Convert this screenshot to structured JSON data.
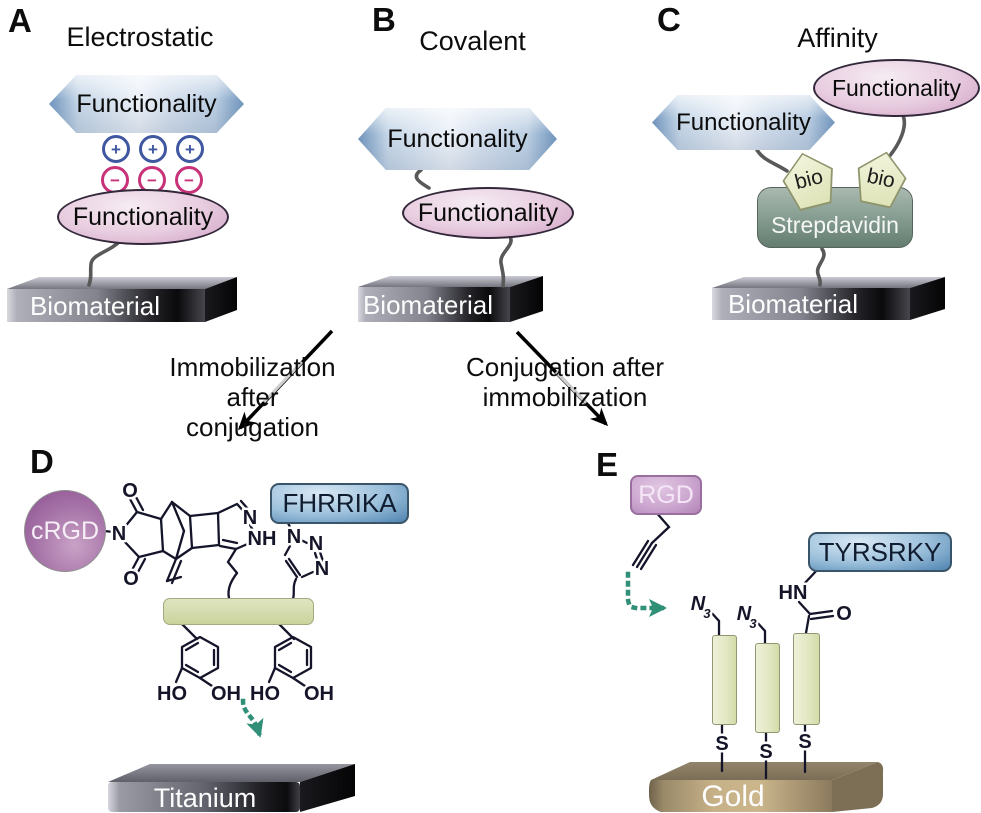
{
  "panel_a": {
    "letter": "A",
    "title": "Electrostatic",
    "hexagon_label": "Functionality",
    "ellipse_label": "Functionality",
    "plus_sign": "+",
    "minus_sign": "−",
    "substrate": "Biomaterial"
  },
  "panel_b": {
    "letter": "B",
    "title": "Covalent",
    "hexagon_label": "Functionality",
    "ellipse_label": "Functionality",
    "substrate": "Biomaterial"
  },
  "panel_c": {
    "letter": "C",
    "title": "Affinity",
    "hexagon_label": "Functionality",
    "ellipse_label": "Functionality",
    "bio_left": "bio",
    "bio_right": "bio",
    "protein": "Strepdavidin",
    "substrate": "Biomaterial"
  },
  "transition_left": {
    "line1": "Immobilization",
    "line2": "after conjugation"
  },
  "transition_right": {
    "line1": "Conjugation after",
    "line2": "immobilization"
  },
  "panel_d": {
    "letter": "D",
    "ligand": "cRGD",
    "peptide": "FHRRIKA",
    "substrate": "Titanium",
    "atoms": {
      "o_top": "O",
      "n_maleimide": "N",
      "o_bottom": "O",
      "ring_n": "N",
      "ring_nh": "NH",
      "triazole_n1": "N",
      "triazole_n2": "N",
      "triazole_n3": "N",
      "ho_left": "HO",
      "oh_left": "OH",
      "ho_right": "HO",
      "oh_right": "OH"
    }
  },
  "panel_e": {
    "letter": "E",
    "ligand": "RGD",
    "peptide": "TYRSRKY",
    "substrate": "Gold",
    "atoms": {
      "azide_n": "N",
      "azide_sub": "3",
      "amide_hn": "HN",
      "amide_o": "O",
      "s1": "S",
      "s2": "S",
      "s3": "S"
    }
  },
  "colors": {
    "teal_arrow": "#2f8f77",
    "plus_blue": "#3f57a0",
    "minus_pink": "#c83278",
    "hexagon_blue": "#c6d7e8",
    "ellipse_pink": "#e8cde0",
    "peptide_blue": "#4f83b0",
    "bio_yellow": "#e9edcc",
    "strep_green": "#8aa095",
    "crgd_purple": "#9a5a9e",
    "rgd_mauve": "#cda8d0",
    "linker_green": "#d5dcae",
    "gold_tan": "#c6b088"
  }
}
